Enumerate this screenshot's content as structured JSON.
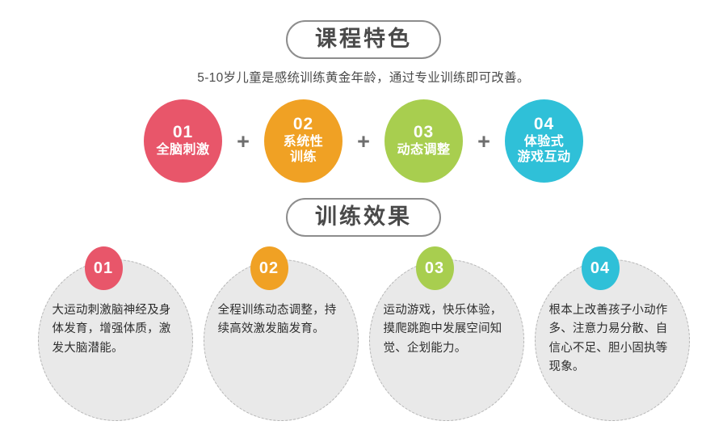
{
  "sections": {
    "features": {
      "title": "课程特色",
      "subtitle": "5-10岁儿童是感统训练黄金年龄，通过专业训练即可改善。",
      "separator": "+",
      "items": [
        {
          "num": "01",
          "label": "全脑刺激",
          "color": "#e8566a"
        },
        {
          "num": "02",
          "label": "系统性\n训练",
          "color": "#f0a124"
        },
        {
          "num": "03",
          "label": "动态调整",
          "color": "#a8ce4f"
        },
        {
          "num": "04",
          "label": "体验式\n游戏互动",
          "color": "#2fc0d8"
        }
      ]
    },
    "effects": {
      "title": "训练效果",
      "items": [
        {
          "num": "01",
          "color": "#e8566a",
          "text": "大运动刺激脑神经及身体发育，增强体质，激发大脑潜能。"
        },
        {
          "num": "02",
          "color": "#f0a124",
          "text": "全程训练动态调整，持续高效激发脑发育。"
        },
        {
          "num": "03",
          "color": "#a8ce4f",
          "text": "运动游戏，快乐体验，摸爬跳跑中发展空间知觉、企划能力。"
        },
        {
          "num": "04",
          "color": "#2fc0d8",
          "text": "根本上改善孩子小动作多、注意力易分散、自信心不足、胆小固执等现象。"
        }
      ]
    }
  },
  "theme": {
    "background": "#ffffff",
    "title_border": "#8d8d8d",
    "title_text": "#4a4a4a",
    "card_fill": "#e9e9e9",
    "card_border": "#b4b4b4",
    "plus_color": "#6e6e6e"
  }
}
